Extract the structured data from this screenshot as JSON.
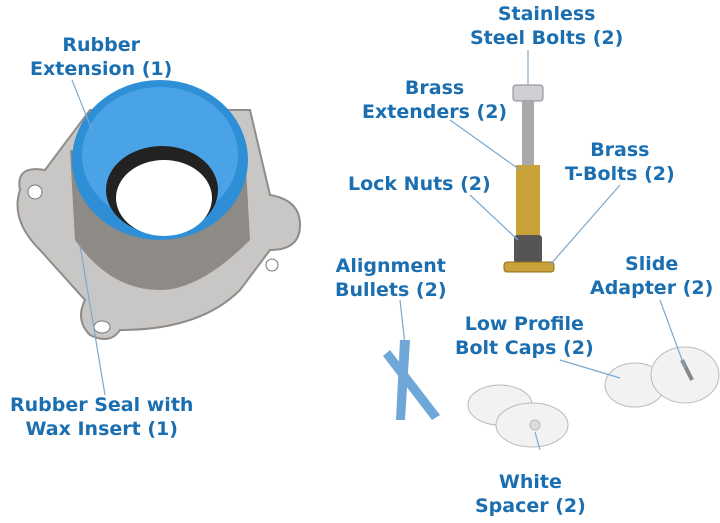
{
  "colors": {
    "label": "#1b6fb1",
    "rubber_blue": "#2f8fd6",
    "seal_gray": "#8e8a86",
    "brass": "#c9a23a",
    "white_parts": "#f2f2f2"
  },
  "labels": {
    "rubber_extension": [
      "Rubber",
      "Extension (1)"
    ],
    "rubber_seal": [
      "Rubber Seal with",
      "Wax Insert (1)"
    ],
    "stainless_bolts": [
      "Stainless",
      "Steel Bolts (2)"
    ],
    "brass_extenders": [
      "Brass",
      "Extenders (2)"
    ],
    "lock_nuts": [
      "Lock Nuts (2)"
    ],
    "brass_tbolts": [
      "Brass",
      "T-Bolts (2)"
    ],
    "alignment_bullets": [
      "Alignment",
      "Bullets (2)"
    ],
    "slide_adapter": [
      "Slide",
      "Adapter (2)"
    ],
    "bolt_caps": [
      "Low Profile",
      "Bolt Caps (2)"
    ],
    "white_spacer": [
      "White",
      "Spacer (2)"
    ]
  }
}
